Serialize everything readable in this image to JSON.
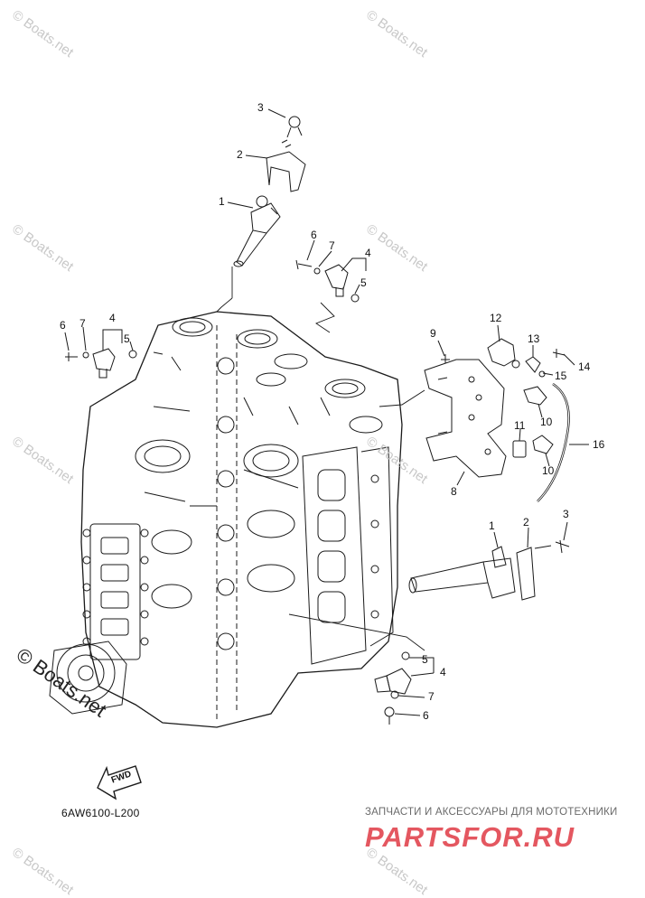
{
  "watermarks": [
    "© Boats.net",
    "© Boats.net",
    "© Boats.net",
    "© Boats.net",
    "© Boats.net",
    "© Boats.net",
    "© Boats.net",
    "© Boats.net"
  ],
  "watermark_main": "© Boats.net",
  "diagram_code": "6AW6100-L200",
  "fwd_label": "FWD",
  "shop": {
    "tagline": "ЗАПЧАСТИ И АКСЕССУАРЫ ДЛЯ МОТОТЕХНИКИ",
    "logo": "PARTSFOR.RU"
  },
  "callouts": {
    "top_3": "3",
    "top_2": "2",
    "top_1": "1",
    "mid_6": "6",
    "mid_7": "7",
    "mid_4": "4",
    "mid_5": "5",
    "left_6": "6",
    "left_7": "7",
    "left_4": "4",
    "left_5": "5",
    "br_9": "9",
    "br_12": "12",
    "br_13": "13",
    "br_14": "14",
    "br_15": "15",
    "br_10a": "10",
    "br_11": "11",
    "br_16": "16",
    "br_10b": "10",
    "br_8": "8",
    "r_1": "1",
    "r_2": "2",
    "r_3": "3",
    "low_5": "5",
    "low_4": "4",
    "low_7": "7",
    "low_6": "6"
  },
  "colors": {
    "line": "#1a1a1a",
    "watermark": "#c8c8c8",
    "logo": "#e03a45"
  }
}
